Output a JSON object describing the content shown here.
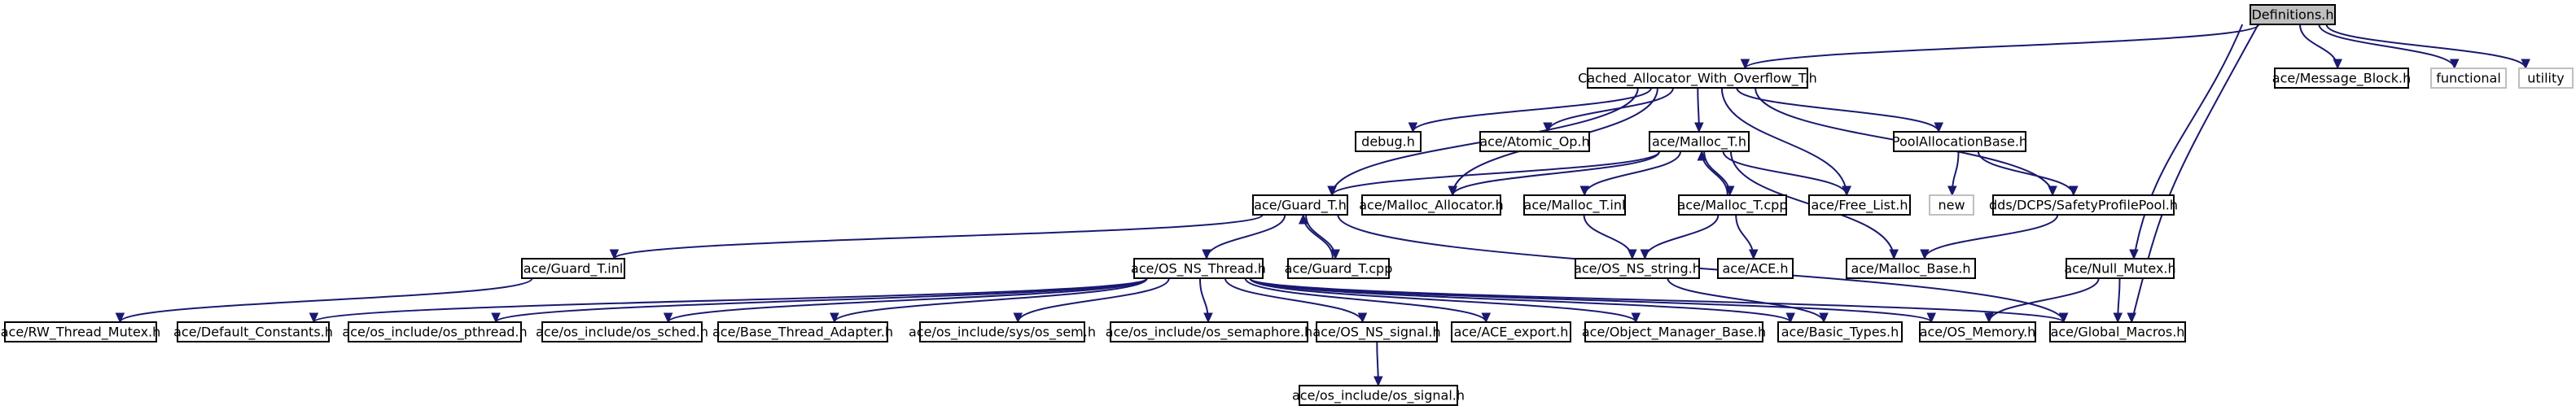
{
  "graph": {
    "nodes": [
      {
        "id": "definitions",
        "label": "Definitions.h"
      },
      {
        "id": "cached",
        "label": "Cached_Allocator_With_Overflow_T.h"
      },
      {
        "id": "message_block",
        "label": "ace/Message_Block.h"
      },
      {
        "id": "functional",
        "label": "functional"
      },
      {
        "id": "utility",
        "label": "utility"
      },
      {
        "id": "debug",
        "label": "debug.h"
      },
      {
        "id": "atomic_op",
        "label": "ace/Atomic_Op.h"
      },
      {
        "id": "malloc_t_h",
        "label": "ace/Malloc_T.h"
      },
      {
        "id": "pool_alloc",
        "label": "PoolAllocationBase.h"
      },
      {
        "id": "guard_t_h",
        "label": "ace/Guard_T.h"
      },
      {
        "id": "malloc_allocator",
        "label": "ace/Malloc_Allocator.h"
      },
      {
        "id": "malloc_t_inl",
        "label": "ace/Malloc_T.inl"
      },
      {
        "id": "malloc_t_cpp",
        "label": "ace/Malloc_T.cpp"
      },
      {
        "id": "free_list",
        "label": "ace/Free_List.h"
      },
      {
        "id": "new",
        "label": "new"
      },
      {
        "id": "safety_pool",
        "label": "dds/DCPS/SafetyProfilePool.h"
      },
      {
        "id": "guard_t_inl",
        "label": "ace/Guard_T.inl"
      },
      {
        "id": "os_ns_thread",
        "label": "ace/OS_NS_Thread.h"
      },
      {
        "id": "guard_t_cpp",
        "label": "ace/Guard_T.cpp"
      },
      {
        "id": "os_ns_string",
        "label": "ace/OS_NS_string.h"
      },
      {
        "id": "ace_h",
        "label": "ace/ACE.h"
      },
      {
        "id": "malloc_base",
        "label": "ace/Malloc_Base.h"
      },
      {
        "id": "null_mutex",
        "label": "ace/Null_Mutex.h"
      },
      {
        "id": "rw_thread_mutex",
        "label": "ace/RW_Thread_Mutex.h"
      },
      {
        "id": "default_constants",
        "label": "ace/Default_Constants.h"
      },
      {
        "id": "os_pthread",
        "label": "ace/os_include/os_pthread.h"
      },
      {
        "id": "os_sched",
        "label": "ace/os_include/os_sched.h"
      },
      {
        "id": "base_thread_adapter",
        "label": "ace/Base_Thread_Adapter.h"
      },
      {
        "id": "os_sem",
        "label": "ace/os_include/sys/os_sem.h"
      },
      {
        "id": "os_semaphore",
        "label": "ace/os_include/os_semaphore.h"
      },
      {
        "id": "os_ns_signal",
        "label": "ace/OS_NS_signal.h"
      },
      {
        "id": "ace_export",
        "label": "ace/ACE_export.h"
      },
      {
        "id": "object_manager_base",
        "label": "ace/Object_Manager_Base.h"
      },
      {
        "id": "basic_types",
        "label": "ace/Basic_Types.h"
      },
      {
        "id": "os_memory",
        "label": "ace/OS_Memory.h"
      },
      {
        "id": "global_macros",
        "label": "ace/Global_Macros.h"
      },
      {
        "id": "os_signal",
        "label": "ace/os_include/os_signal.h"
      }
    ]
  }
}
